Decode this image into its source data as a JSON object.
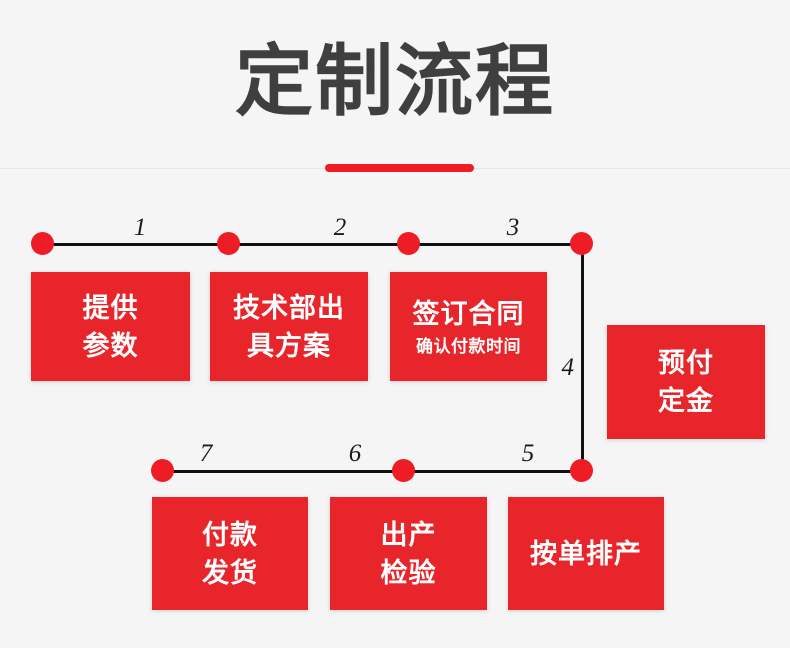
{
  "header": {
    "title": "定制流程",
    "title_color": "#3f3f3f",
    "accent_color": "#ee1c25"
  },
  "flow": {
    "card_color": "#e8252b",
    "dot_color": "#ee1c25",
    "line_color": "#111111",
    "steps": [
      {
        "number": "1",
        "main": "提供\n参数",
        "sub": ""
      },
      {
        "number": "2",
        "main": "技术部出\n具方案",
        "sub": ""
      },
      {
        "number": "3",
        "main": "签订合同",
        "sub": "确认付款时间"
      },
      {
        "number": "4",
        "main": "预付\n定金",
        "sub": ""
      },
      {
        "number": "5",
        "main": "按单排产",
        "sub": ""
      },
      {
        "number": "6",
        "main": "出产\n检验",
        "sub": ""
      },
      {
        "number": "7",
        "main": "付款\n发货",
        "sub": ""
      }
    ]
  }
}
